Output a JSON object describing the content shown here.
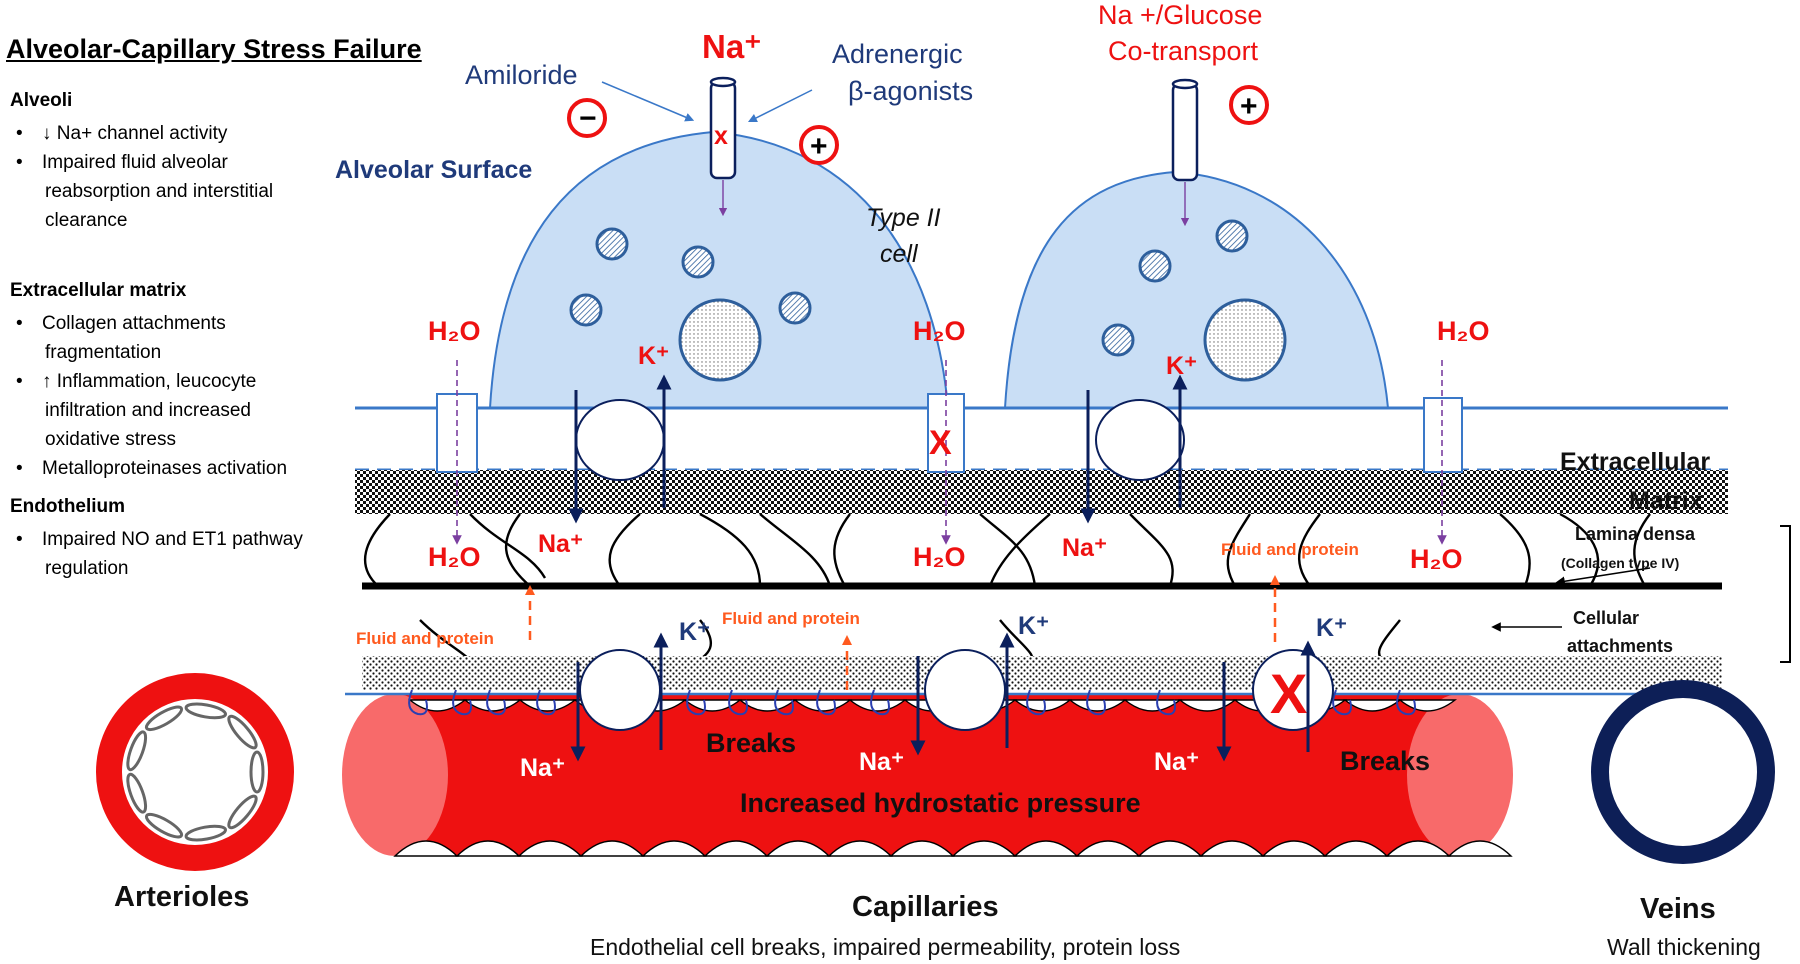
{
  "legend": {
    "title": "Alveolar-Capillary Stress Failure",
    "sections": [
      {
        "heading": "Alveoli",
        "items": [
          {
            "arrow": "down",
            "lines": [
              "Na+ channel activity"
            ]
          },
          {
            "lines": [
              "Impaired fluid alveolar",
              "reabsorption and interstitial",
              "clearance"
            ]
          }
        ]
      },
      {
        "heading": "Extracellular matrix",
        "items": [
          {
            "lines": [
              "Collagen attachments",
              "fragmentation"
            ]
          },
          {
            "arrow": "up",
            "lines": [
              "Inflammation, leucocyte",
              "infiltration and increased",
              "oxidative stress"
            ]
          },
          {
            "lines": [
              "Metalloproteinases activation"
            ]
          }
        ]
      },
      {
        "heading": "Endothelium",
        "items": [
          {
            "lines": [
              "Impaired NO and ET1 pathway",
              "regulation"
            ]
          }
        ]
      }
    ]
  },
  "labels": {
    "na_plus": "Na⁺",
    "k_plus": "K⁺",
    "h2o": "H₂O",
    "amiloride": "Amiloride",
    "adrenergic": "Adrenergic",
    "beta_agonists": "β-agonists",
    "minus_sign": "−",
    "plus_sign": "+",
    "alveolar_surface": "Alveolar Surface",
    "type_ii": "Type II",
    "cell": "cell",
    "na_glucose_line1": "Na +/Glucose",
    "na_glucose_line2": "Co-transport",
    "x_mark": "X",
    "x_small": "x",
    "extracellular": "Extracellular",
    "matrix": "Matrix",
    "lamina_densa": "Lamina densa",
    "collagen_iv": "(Collagen type IV)",
    "cellular": "Cellular",
    "attachments": "attachments",
    "fluid_protein": "Fluid and protein",
    "breaks": "Breaks",
    "increased_pressure": "Increased hydrostatic pressure",
    "arterioles": "Arterioles",
    "capillaries": "Capillaries",
    "capillaries_sub": "Endothelial cell breaks, impaired permeability, protein loss",
    "veins": "Veins",
    "veins_sub": "Wall thickening"
  },
  "colors": {
    "alveolar_fill": "#c9def5",
    "alveolar_stroke": "#3a78c8",
    "navy": "#0b1f5c",
    "red": "#ee1111",
    "orange": "#ff5a1f",
    "purple": "#7b3fa0",
    "capillary_red": "#ee1111",
    "capillary_end": "#f86a6a",
    "vein_blue": "#0d1f57"
  }
}
